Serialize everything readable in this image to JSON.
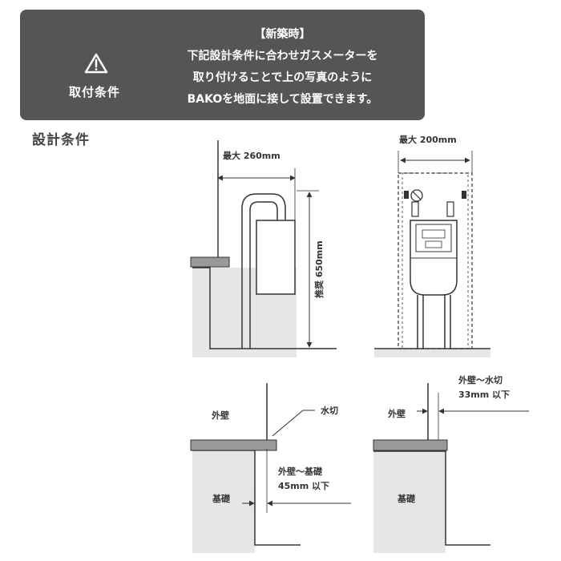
{
  "banner": {
    "icon": "warning-triangle-icon",
    "condition_label": "取付条件",
    "heading": "【新築時】",
    "lines": [
      "下記設計条件に合わせガスメーターを",
      "取り付けることで上の写真のように",
      "BAKOを地面に接して設置できます。"
    ]
  },
  "section_title": "設計条件",
  "diagram_side": {
    "dim_width": "最大 260mm",
    "dim_height": "推奨 650mm"
  },
  "diagram_front": {
    "dim_width": "最大 200mm"
  },
  "diagram_bottom_left": {
    "wall_label": "外壁",
    "flashing_label": "水切",
    "foundation_label": "基礎",
    "dim_label_1": "外壁～基礎",
    "dim_label_2": "45mm 以下"
  },
  "diagram_bottom_right": {
    "wall_label": "外壁",
    "foundation_label": "基礎",
    "dim_label_1": "外壁～水切",
    "dim_label_2": "33mm 以下"
  }
}
